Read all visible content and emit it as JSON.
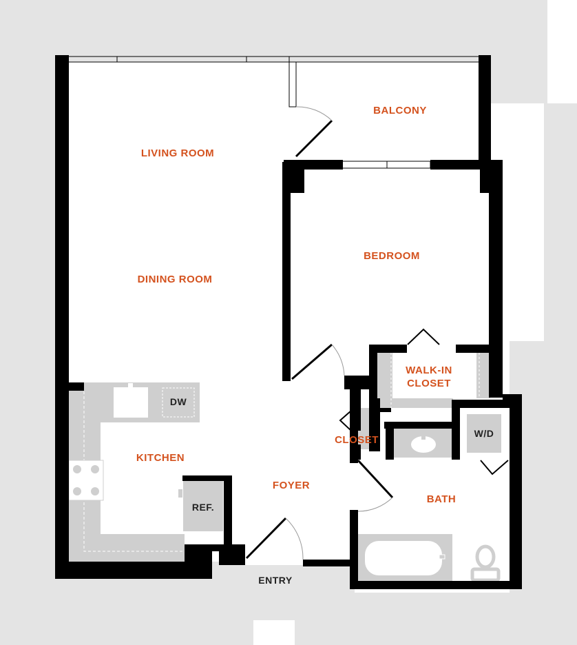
{
  "colors": {
    "wall": "#000000",
    "floor": "#ffffff",
    "surround": "#e4e4e4",
    "fixture": "#cfcfcf",
    "room_label": "#d4521e",
    "fixture_label": "#222222"
  },
  "rooms": {
    "living_room": "LIVING ROOM",
    "dining_room": "DINING ROOM",
    "balcony": "BALCONY",
    "bedroom": "BEDROOM",
    "walk_in_closet_line1": "WALK-IN",
    "walk_in_closet_line2": "CLOSET",
    "kitchen": "KITCHEN",
    "foyer": "FOYER",
    "closet": "CLOSET",
    "bath": "BATH"
  },
  "fixtures": {
    "dishwasher": "DW",
    "refrigerator": "REF.",
    "washer_dryer": "W/D"
  },
  "entry_label": "ENTRY"
}
